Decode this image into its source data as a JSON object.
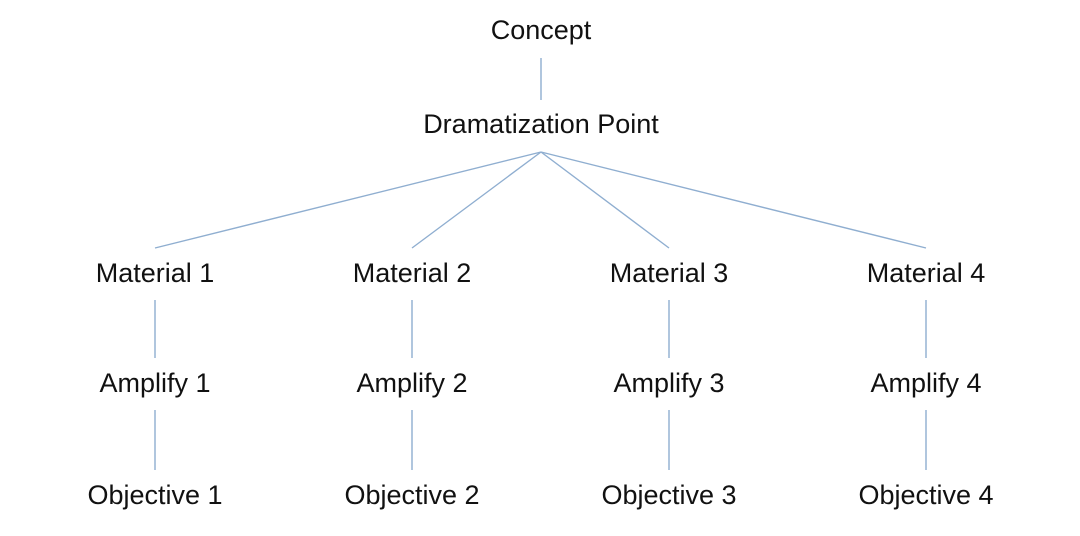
{
  "diagram": {
    "root": {
      "label": "Concept"
    },
    "hub": {
      "label": "Dramatization Point"
    },
    "branches": [
      {
        "material": "Material 1",
        "amplify": "Amplify 1",
        "objective": "Objective 1"
      },
      {
        "material": "Material 2",
        "amplify": "Amplify 2",
        "objective": "Objective 2"
      },
      {
        "material": "Material 3",
        "amplify": "Amplify 3",
        "objective": "Objective 3"
      },
      {
        "material": "Material 4",
        "amplify": "Amplify 4",
        "objective": "Objective 4"
      }
    ],
    "colors": {
      "line": "#8faed0",
      "text": "#111111",
      "background": "#ffffff"
    }
  }
}
